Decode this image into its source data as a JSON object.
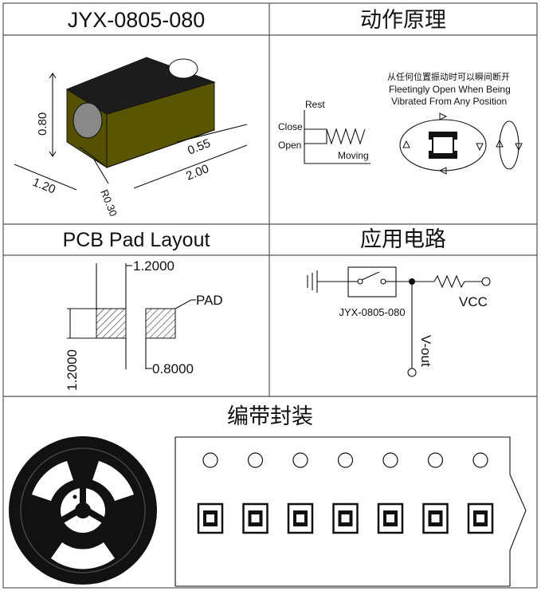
{
  "colors": {
    "border": "#555555",
    "body_side": "#555000",
    "body_top": "#1c1c1c",
    "black": "#111111"
  },
  "sections": {
    "dimensions": {
      "title": "JYX-0805-080",
      "dim_height": "0.80",
      "dim_width": "1.20",
      "dim_radius": "R0.30",
      "dim_pad": "0.55",
      "dim_length": "2.00"
    },
    "principle": {
      "title": "动作原理",
      "rest": "Rest",
      "close": "Close",
      "open": "Open",
      "moving": "Moving",
      "note_cn": "从任何位置振动时可以瞬间断开",
      "note_en_1": "Fleetingly Open When Being",
      "note_en_2": "Vibrated From Any Position"
    },
    "pcb": {
      "title": "PCB Pad Layout",
      "dim_top": "1.2000",
      "pad_label": "PAD",
      "dim_gap": "0.8000",
      "dim_side": "1.2000"
    },
    "circuit": {
      "title": "应用电路",
      "part_label": "JYX-0805-080",
      "vcc": "VCC",
      "vout": "V-out"
    },
    "packaging": {
      "title": "编带封装",
      "sprocket_holes": 7,
      "pockets": 7
    }
  }
}
